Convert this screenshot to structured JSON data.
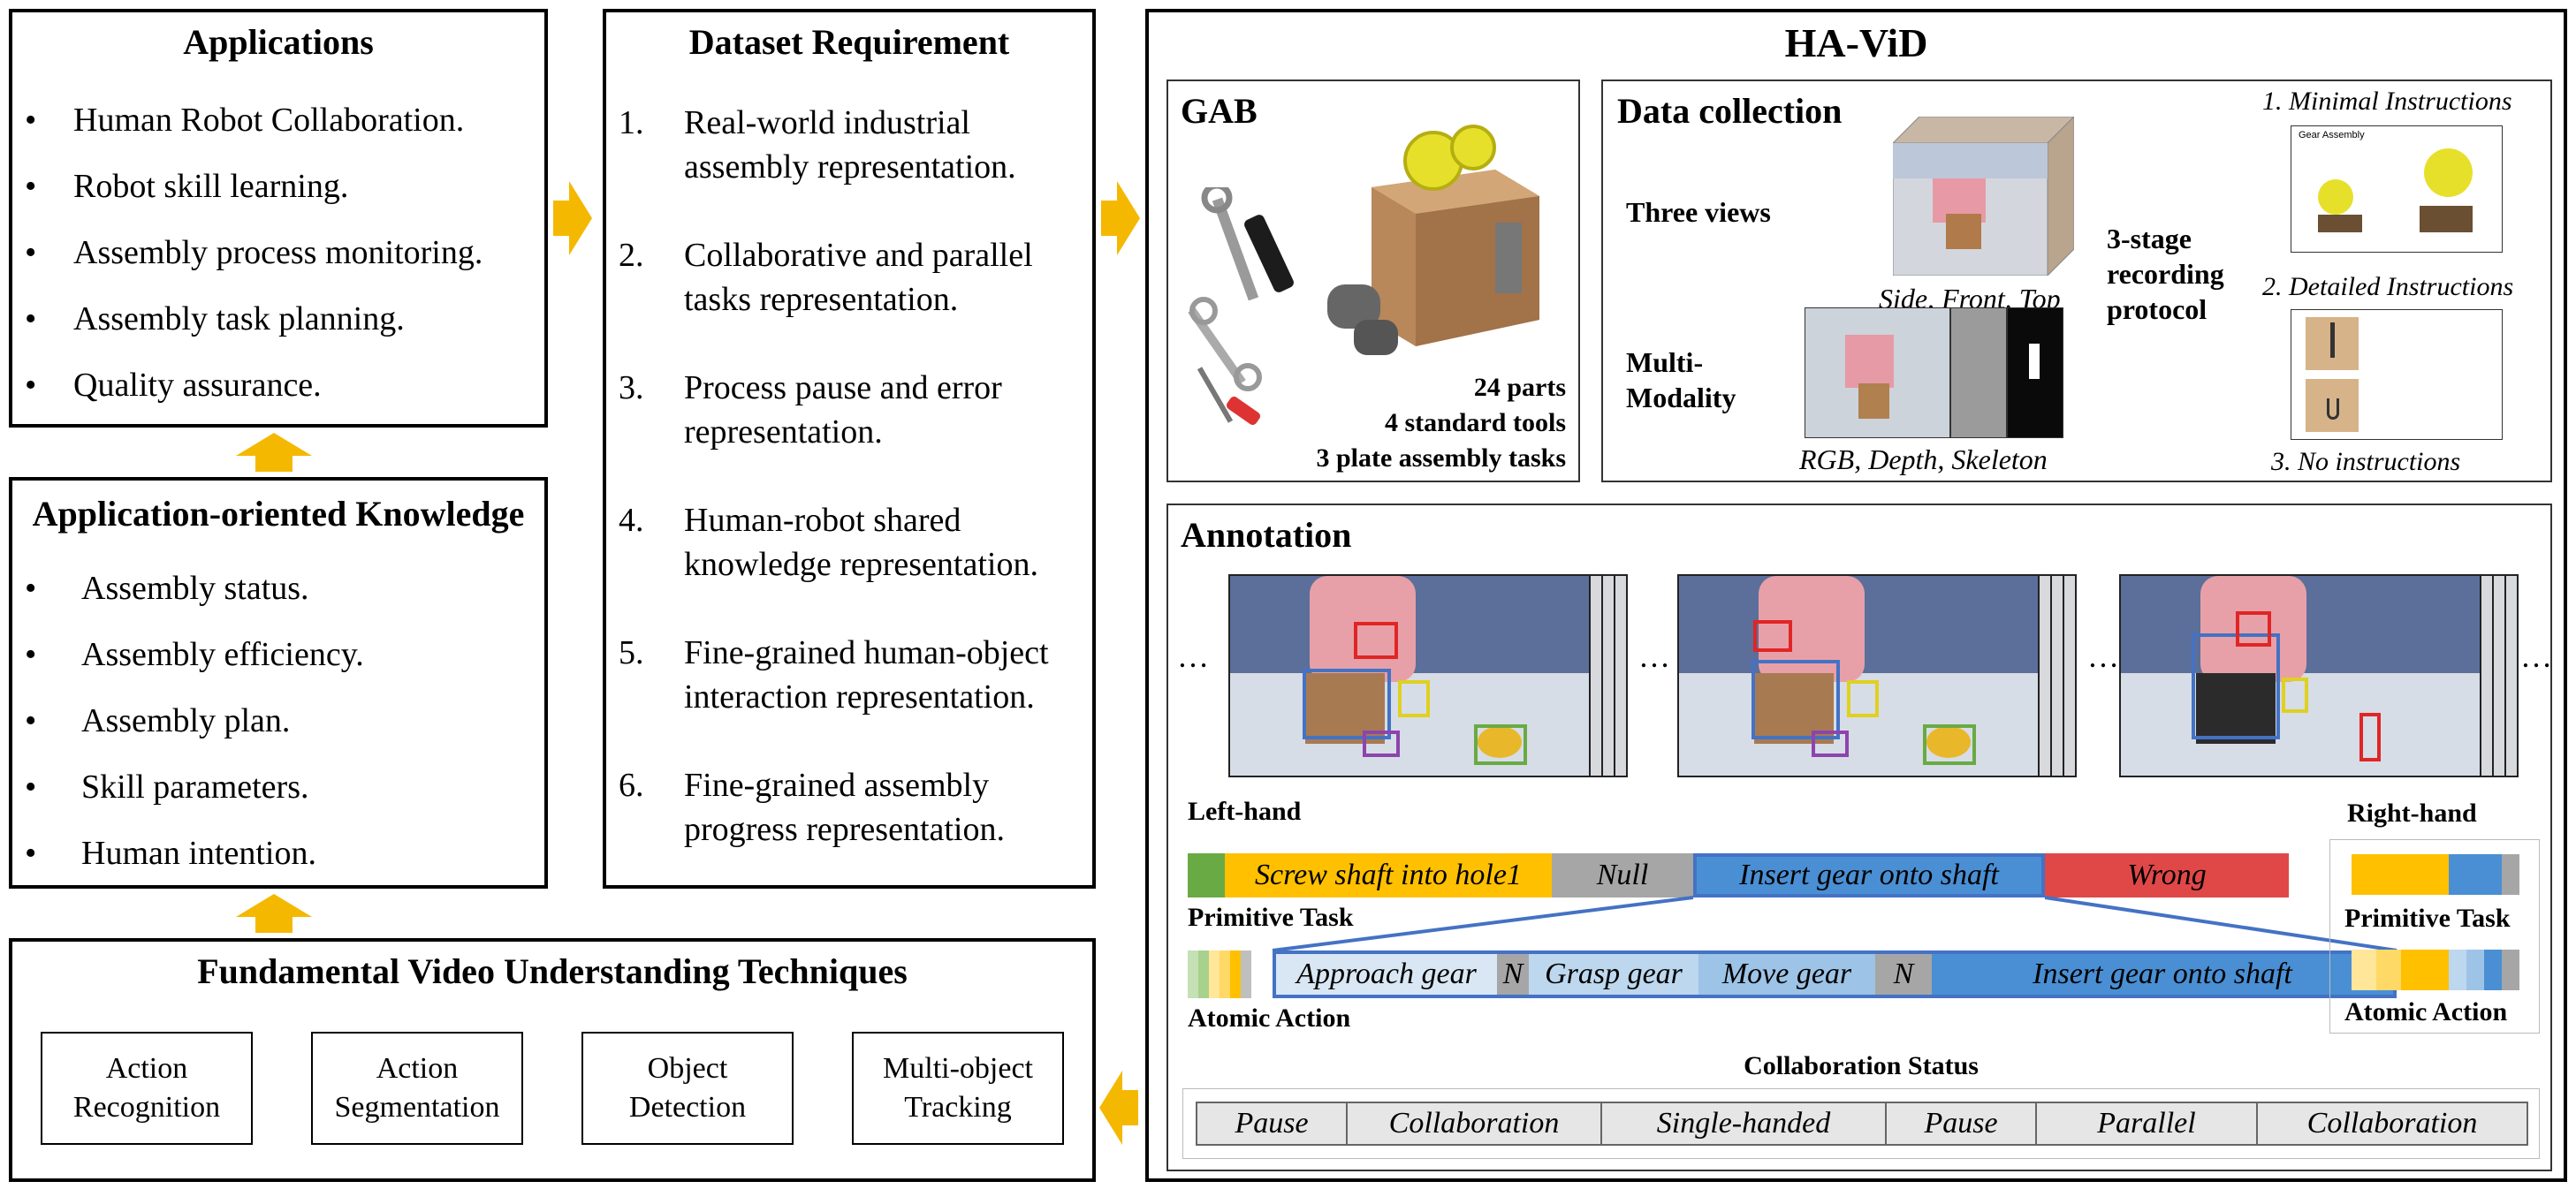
{
  "applications": {
    "title": "Applications",
    "items": [
      "Human Robot Collaboration.",
      "Robot skill learning.",
      "Assembly process monitoring.",
      "Assembly task planning.",
      "Quality assurance."
    ]
  },
  "knowledge": {
    "title": "Application-oriented Knowledge",
    "items": [
      "Assembly status.",
      "Assembly efficiency.",
      "Assembly plan.",
      "Skill parameters.",
      "Human intention."
    ]
  },
  "fundamental": {
    "title": "Fundamental Video Understanding Techniques",
    "techniques": [
      {
        "line1": "Action",
        "line2": "Recognition"
      },
      {
        "line1": "Action",
        "line2": "Segmentation"
      },
      {
        "line1": "Object",
        "line2": "Detection"
      },
      {
        "line1": "Multi-object",
        "line2": "Tracking"
      }
    ]
  },
  "dataset": {
    "title": "Dataset Requirement",
    "items": [
      {
        "num": "1.",
        "text": "Real-world industrial assembly representation."
      },
      {
        "num": "2.",
        "text": "Collaborative and parallel tasks representation."
      },
      {
        "num": "3.",
        "text": "Process pause and error representation."
      },
      {
        "num": "4.",
        "text": "Human-robot shared knowledge representation."
      },
      {
        "num": "5.",
        "text": "Fine-grained human-object interaction representation."
      },
      {
        "num": "6.",
        "text": "Fine-grained assembly progress representation."
      }
    ]
  },
  "havid": {
    "title": "HA-ViD",
    "gab": {
      "title": "GAB",
      "stats": [
        "24 parts",
        "4 standard tools",
        "3 plate assembly tasks"
      ]
    },
    "data_collection": {
      "title": "Data collection",
      "three_views": "Three views",
      "views_caption": "Side, Front, Top",
      "multi_modality": [
        "Multi-",
        "Modality"
      ],
      "modality_caption": "RGB, Depth, Skeleton",
      "protocol": [
        "3-stage",
        "recording",
        "protocol"
      ],
      "instructions": [
        "1. Minimal Instructions",
        "2. Detailed Instructions",
        "3. No instructions"
      ],
      "gear_assembly_label": "Gear Assembly"
    },
    "annotation": {
      "title": "Annotation",
      "ellipsis": "…",
      "left_hand": "Left-hand",
      "right_hand": "Right-hand",
      "primitive_task_label": "Primitive Task",
      "atomic_action_label": "Atomic Action",
      "primitive_segments": [
        "Screw shaft into hole1",
        "Null",
        "Insert gear onto shaft",
        "Wrong"
      ],
      "atomic_segments": [
        "Approach gear",
        "N",
        "Grasp gear",
        "Move gear",
        "N",
        "Insert gear onto shaft"
      ],
      "collaboration_title": "Collaboration Status",
      "collaboration_segments": [
        "Pause",
        "Collaboration",
        "Single-handed",
        "Pause",
        "Parallel",
        "Collaboration"
      ]
    }
  },
  "colors": {
    "arrow": "#f5b800",
    "green": "#6aaa44",
    "yellow": "#ffc000",
    "grey": "#a6a6a6",
    "blue": "#4a8fd4",
    "red": "#e04848",
    "atomic_light": "#bdd7ee",
    "highlight_border": "#4472c4"
  },
  "icons": [
    "up-arrow-icon",
    "right-arrow-icon",
    "left-arrow-icon"
  ]
}
